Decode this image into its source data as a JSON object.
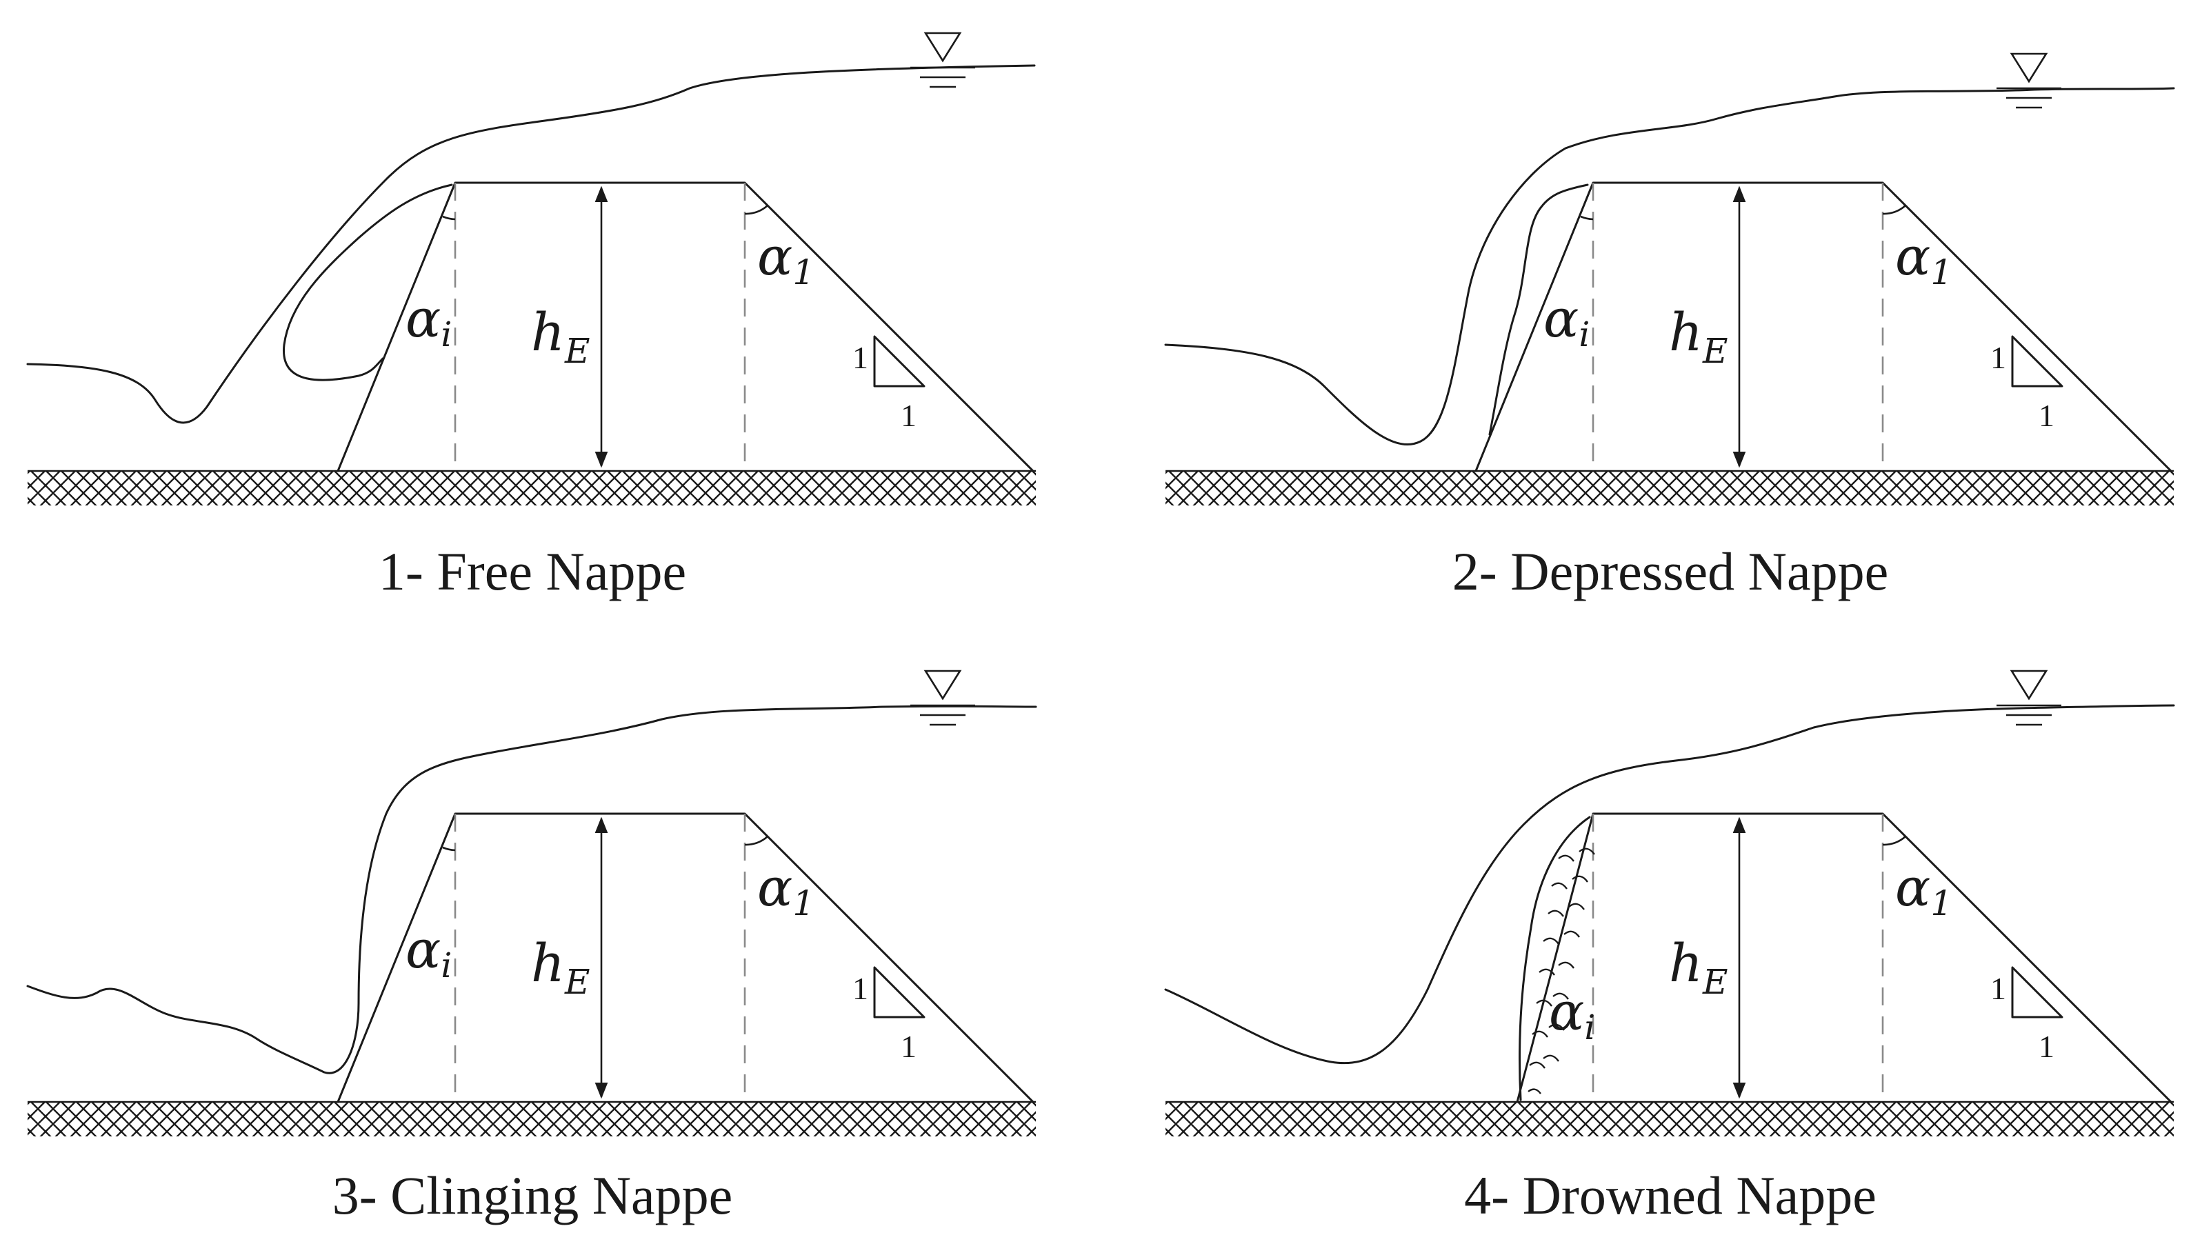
{
  "panels": [
    {
      "caption": "1- Free Nappe",
      "alpha_i": "α",
      "alpha_i_sub": "i",
      "h": "h",
      "h_sub": "E",
      "alpha_1": "α",
      "alpha_1_sub": "1",
      "slope_rise": "1",
      "slope_run": "1"
    },
    {
      "caption": "2- Depressed Nappe",
      "alpha_i": "α",
      "alpha_i_sub": "i",
      "h": "h",
      "h_sub": "E",
      "alpha_1": "α",
      "alpha_1_sub": "1",
      "slope_rise": "1",
      "slope_run": "1"
    },
    {
      "caption": "3- Clinging Nappe",
      "alpha_i": "α",
      "alpha_i_sub": "i",
      "h": "h",
      "h_sub": "E",
      "alpha_1": "α",
      "alpha_1_sub": "1",
      "slope_rise": "1",
      "slope_run": "1"
    },
    {
      "caption": "4- Drowned Nappe",
      "alpha_i": "α",
      "alpha_i_sub": "i",
      "h": "h",
      "h_sub": "E",
      "alpha_1": "α",
      "alpha_1_sub": "1",
      "slope_rise": "1",
      "slope_run": "1"
    }
  ],
  "colors": {
    "ink": "#1a1a1a",
    "dash": "#8a8a8a",
    "background": "#ffffff"
  }
}
